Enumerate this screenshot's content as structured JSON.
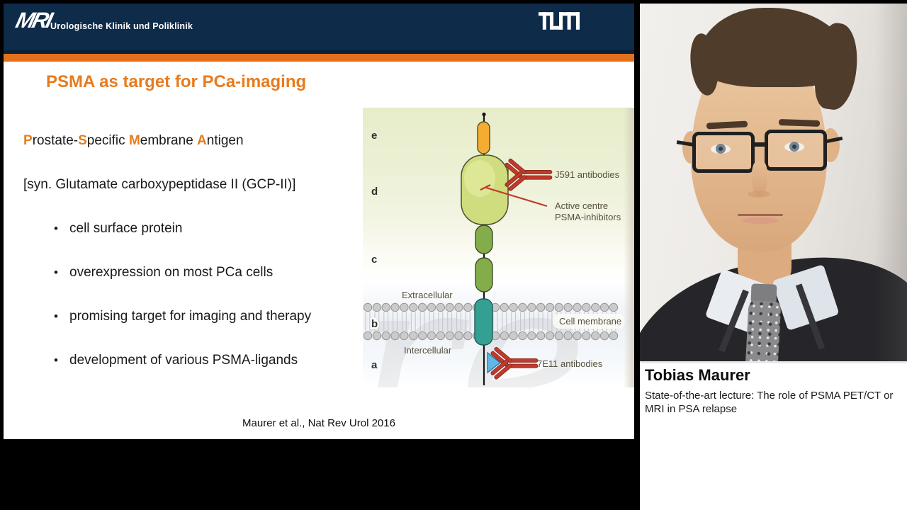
{
  "header": {
    "mri_logo": "MRI",
    "department": "Urologische Klinik und Poliklinik",
    "tum_logo": "TUM"
  },
  "slide": {
    "title": "PSMA as target for PCa-imaging",
    "psma_parts": [
      "P",
      "rostate-",
      "S",
      "pecific ",
      "M",
      "embrane ",
      "A",
      "ntigen"
    ],
    "syn_line": "[syn. Glutamate carboxypeptidase II (GCP-II)]",
    "bullet_char": "•",
    "bullets": [
      "cell surface protein",
      "overexpression on most PCa cells",
      "promising target for imaging and therapy",
      "development of various PSMA-ligands"
    ],
    "citation": "Maurer et al., Nat Rev Urol 2016"
  },
  "diagram": {
    "region_labels": [
      "e",
      "d",
      "c",
      "b",
      "a"
    ],
    "extracellular": "Extracellular",
    "cell_membrane": "Cell membrane",
    "intercellular": "Intercellular",
    "j591_label": "J591 antibodies",
    "active_centre_line1": "Active centre",
    "active_centre_line2": "PSMA-inhibitors",
    "e7e11_label": "7E11 antibodies",
    "watermark": "re"
  },
  "presenter": {
    "name": "Tobias Maurer",
    "lecture_line1": "State-of-the-art lecture: The role of PSMA PET/CT or",
    "lecture_line2": "MRI in PSA relapse"
  },
  "colors": {
    "accent_orange": "#e87b1e",
    "bar_orange": "#e4701b",
    "header_navy": "#0e2b4a",
    "antibody_red": "#c23a2c",
    "capsule_green": "#cfdd7e",
    "pill_green": "#83ad4a",
    "pill_orange": "#f4ac33",
    "transmembrane_teal": "#33a093",
    "membrane_gray": "#cbcbcb",
    "inhibitor_triangle_blue": "#62b8e4"
  }
}
